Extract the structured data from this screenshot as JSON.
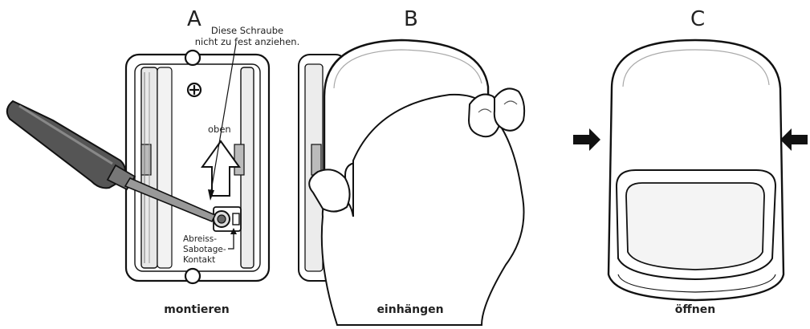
{
  "panels": [
    {
      "letter": "A",
      "caption": "montieren"
    },
    {
      "letter": "B",
      "caption": "einhängen"
    },
    {
      "letter": "C",
      "caption": "öffnen"
    }
  ],
  "annotations": {
    "screw_note_line1": "Diese Schraube",
    "screw_note_line2": "nicht zu fest anziehen.",
    "up_label": "oben",
    "tamper_line1": "Abreiss-",
    "tamper_line2": "Sabotage-",
    "tamper_line3": "Kontakt"
  },
  "icons": [
    "screwdriver-icon",
    "hand-icon",
    "arrow-right-icon",
    "arrow-left-icon",
    "up-arrow-icon",
    "screw-icon"
  ]
}
